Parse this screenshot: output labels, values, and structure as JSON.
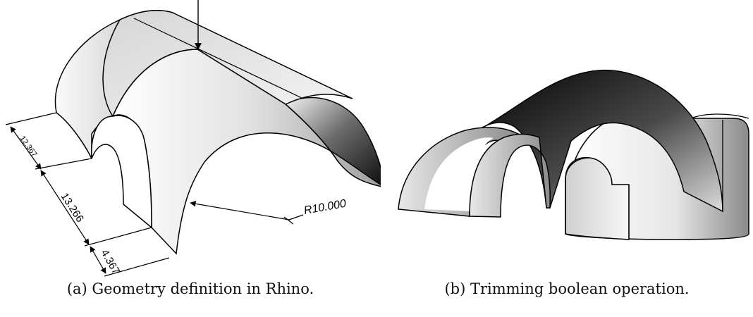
{
  "panels": [
    {
      "id": "a",
      "caption": "(a) Geometry definition in Rhino.",
      "dimensions": [
        "12.367",
        "13.266",
        "4.367"
      ],
      "radius_label": "R10.000"
    },
    {
      "id": "b",
      "caption": "(b) Trimming boolean operation."
    }
  ],
  "colors": {
    "stroke": "#000000",
    "surface_light": "#f2f2f2",
    "surface_dark": "#000000"
  }
}
